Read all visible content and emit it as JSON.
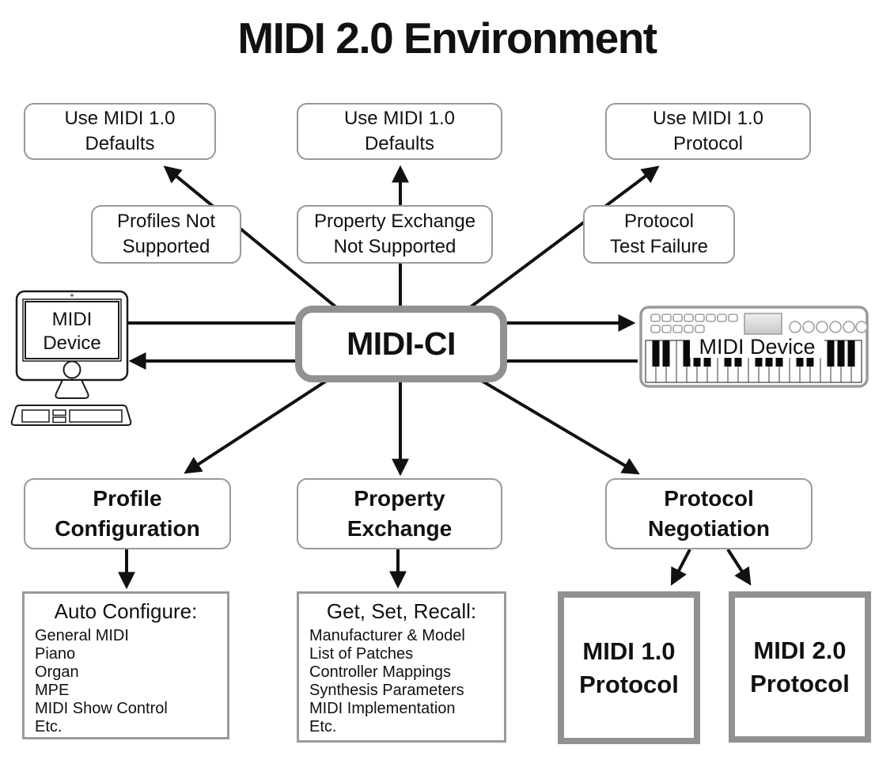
{
  "title": "MIDI 2.0 Environment",
  "colors": {
    "arrow_black": "#111111",
    "border_gray": "#9a9a9a",
    "thick_border_gray": "#919191"
  },
  "nodes": {
    "outcome_left": "Use MIDI 1.0\nDefaults",
    "outcome_center": "Use MIDI 1.0\nDefaults",
    "outcome_right": "Use MIDI 1.0\nProtocol",
    "fallback_profiles": "Profiles Not\nSupported",
    "fallback_property": "Property Exchange\nNot Supported",
    "fallback_protocol": "Protocol\nTest Failure",
    "midi_ci": "MIDI-CI",
    "device_left_line1": "MIDI",
    "device_left_line2": "Device",
    "device_right": "MIDI Device",
    "profile_configuration": "Profile\nConfiguration",
    "property_exchange": "Property\nExchange",
    "protocol_negotiation": "Protocol\nNegotiation",
    "midi1_protocol": "MIDI 1.0\nProtocol",
    "midi2_protocol": "MIDI 2.0\nProtocol"
  },
  "lists": {
    "auto_configure": {
      "header": "Auto Configure:",
      "items": [
        "General MIDI",
        "Piano",
        "Organ",
        "MPE",
        "MIDI Show Control",
        "Etc."
      ]
    },
    "get_set_recall": {
      "header": "Get, Set, Recall:",
      "items": [
        "Manufacturer & Model",
        "List of Patches",
        "Controller Mappings",
        "Synthesis Parameters",
        "MIDI Implementation",
        "Etc."
      ]
    }
  }
}
